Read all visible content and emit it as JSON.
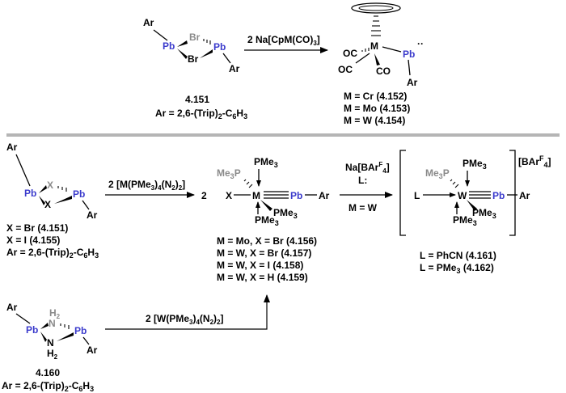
{
  "colors": {
    "lead": "#3b3bcc",
    "gray": "#8a8a8a",
    "divider": "#b5b5b5",
    "text": "#000000"
  },
  "atoms": {
    "ar": "Ar",
    "pb": "Pb",
    "br": "Br",
    "m": "M",
    "w": "W",
    "x": "X",
    "l": "L",
    "oc": "OC",
    "co": "CO",
    "n": "N",
    "h": "H",
    "two": "2",
    "lp": "··"
  },
  "ligands": {
    "pme3": "PMe",
    "sub3": "3",
    "me3p_a": "Me",
    "me3p_b": "P",
    "barf_open": "[BAr",
    "barf_sup": "F",
    "barf_sub": "4",
    "barf_close": "]"
  },
  "top": {
    "reagent_a": "2 Na[CpM(CO)",
    "reagent_sub": "3",
    "reagent_b": "]",
    "sm_id": "4.151",
    "sm_ar_a": "Ar = 2,6-(Trip)",
    "sm_ar_sub": "2",
    "sm_ar_b": "-C",
    "sm_ar_sub2": "6",
    "sm_ar_c": "H",
    "sm_ar_sub3": "3",
    "products": [
      "M = Cr (4.152)",
      "M = Mo (4.153)",
      "M = W (4.154)"
    ]
  },
  "bottom": {
    "reagent1_a": "2 [M(PMe",
    "reagent1_sub1": "3",
    "reagent1_b": ")",
    "reagent1_sub2": "4",
    "reagent1_c": "(N",
    "reagent1_sub3": "2",
    "reagent1_d": ")",
    "reagent1_sub4": "2",
    "reagent1_e": "]",
    "coef": "2",
    "reagent2_a": "Na[BAr",
    "reagent2_sup": "F",
    "reagent2_sub": "4",
    "reagent2_b": "]",
    "reagent2_l": "L:",
    "reagent2_m": "M = W",
    "sm_labels": [
      "X = Br (4.151)",
      "X = I (4.155)"
    ],
    "mid_labels": [
      "M = Mo, X = Br (4.156)",
      "M = W, X = Br (4.157)",
      "M = W, X = I (4.158)",
      "M = W, X = H (4.159)"
    ],
    "right_labels": [
      "L = PhCN (4.161)",
      "L = PMe3 (4.162)"
    ],
    "right_label2_a": "L = PMe",
    "right_label2_sub": "3",
    "right_label2_b": " (4.162)",
    "reagent3_a": "2 [W(PMe",
    "reagent3_sub1": "3",
    "reagent3_b": ")",
    "reagent3_sub2": "4",
    "reagent3_c": "(N",
    "reagent3_sub3": "2",
    "reagent3_d": ")",
    "reagent3_sub4": "2",
    "reagent3_e": "]",
    "amido_id": "4.160"
  }
}
